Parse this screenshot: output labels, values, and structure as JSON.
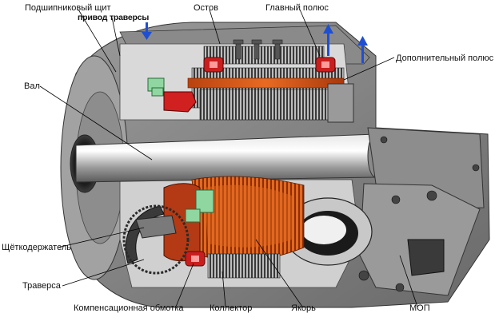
{
  "labels": {
    "bearing_shield": "Подшипниковый щит",
    "traverse_drive": "привод траверсы",
    "frame": "Остов",
    "main_pole": "Главный полюс",
    "additional_pole": "Дополнительный полюс",
    "shaft": "Вал",
    "brush_holder": "Щёткодержатель",
    "traverse": "Траверса",
    "compensation_winding": "Компенсационная обмотка",
    "commutator": "Коллектор",
    "armature": "Якорь",
    "mop": "МОП"
  },
  "colors": {
    "frame_gray": "#7f7f7f",
    "dark_gray": "#4a4a4a",
    "light_gray": "#c8c8c8",
    "copper_orange": "#e0601c",
    "copper_dark": "#9a3a10",
    "winding_red": "#c81e1e",
    "arrow_blue": "#1f4fd1",
    "green_parts": "#8fd6a0"
  },
  "icons": {
    "arrow_down": "arrow-down-icon",
    "arrow_up": "arrow-up-icon"
  }
}
